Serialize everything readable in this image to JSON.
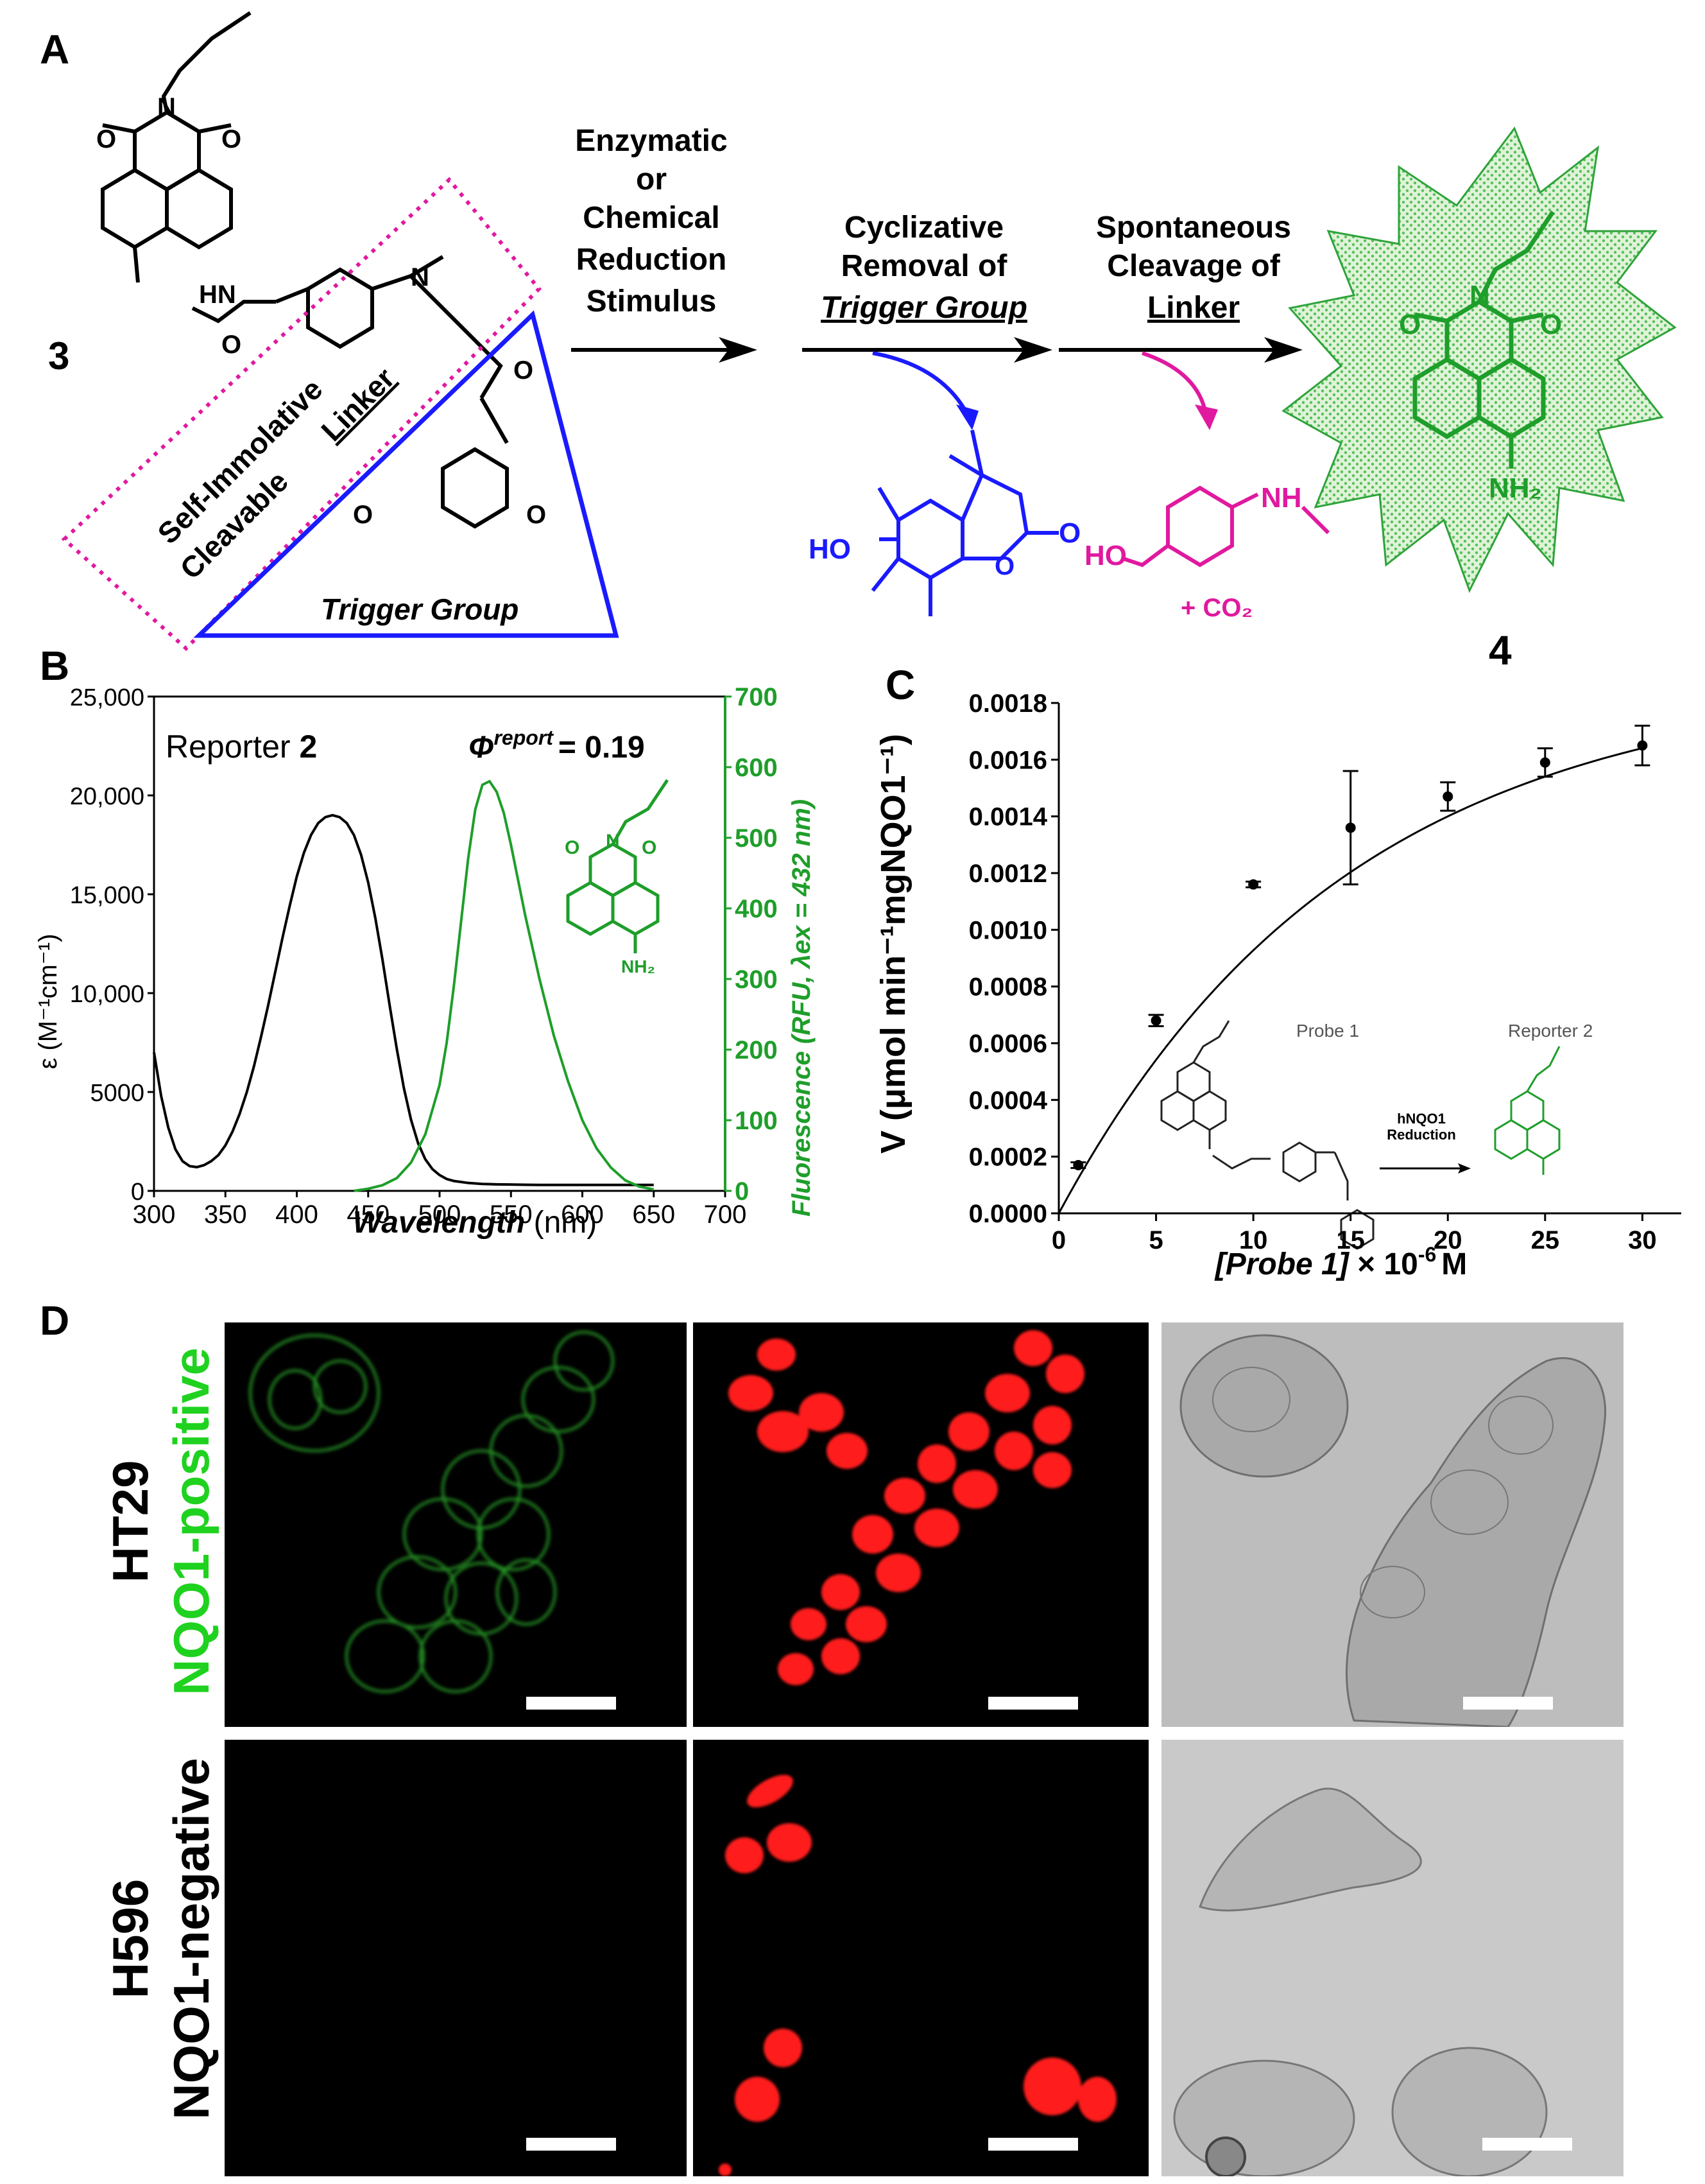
{
  "panels": {
    "a": "A",
    "b": "B",
    "c": "C",
    "d": "D"
  },
  "scheme": {
    "compound3_label": "3",
    "compound4_label": "4",
    "hn": "HN",
    "nh2": "NH₂",
    "nh": "NH",
    "ho": "HO",
    "co2": "+ CO₂",
    "linker_label_line1": "Self-Immolative",
    "linker_label_line2": "Cleavable",
    "linker_label_underlined": "Linker",
    "trigger_label": "Trigger Group",
    "step1": [
      "Enzymatic",
      "or",
      "Chemical",
      "Reduction",
      "Stimulus"
    ],
    "step2_line1": "Cyclizative",
    "step2_line2": "Removal of",
    "step2_line3": "Trigger Group",
    "step3_line1": "Spontaneous",
    "step3_line2": "Cleavage of",
    "step3_line3": "Linker",
    "colors": {
      "cyclized": "#1a1aff",
      "linker": "#e0199f",
      "reporter": "#1e9e2a",
      "linker_box": "#e0199f",
      "trigger_box": "#1a1aff"
    }
  },
  "chart_data": [
    {
      "type": "line",
      "panel": "B",
      "inset_title": "Reporter 2",
      "inset_title_prefix": "Reporter",
      "inset_title_bold": "2",
      "quantum_yield": "Φ report = 0.19",
      "qy_symbol": "Φ",
      "qy_sup": "report",
      "qy_value": "= 0.19",
      "xlabel": "Wavelength (nm)",
      "xlabel_italic": "Wavelength",
      "xlabel_unit": "(nm)",
      "ylabel_left": "ε (M⁻¹cm⁻¹)",
      "ylabel_right": "Fluorescence (RFU, λex = 432 nm)",
      "xlim": [
        300,
        700
      ],
      "ylim_left": [
        0,
        25000
      ],
      "ylim_right": [
        0,
        700
      ],
      "xticks": [
        "300",
        "350",
        "400",
        "450",
        "500",
        "550",
        "600",
        "650",
        "700"
      ],
      "yticks_left": [
        "0",
        "5000",
        "10,000",
        "15,000",
        "20,000",
        "25,000"
      ],
      "yticks_right": [
        "0",
        "100",
        "200",
        "300",
        "400",
        "500",
        "600",
        "700"
      ],
      "series": [
        {
          "axis": "left",
          "color": "#000000",
          "x": [
            300,
            305,
            310,
            315,
            320,
            325,
            330,
            335,
            340,
            345,
            350,
            355,
            360,
            365,
            370,
            375,
            380,
            385,
            390,
            395,
            400,
            405,
            410,
            415,
            420,
            425,
            430,
            435,
            440,
            445,
            450,
            455,
            460,
            465,
            470,
            475,
            480,
            485,
            490,
            495,
            500,
            505,
            510,
            515,
            520,
            530,
            540,
            550,
            560,
            570,
            580,
            590,
            600,
            620,
            640,
            650
          ],
          "y": [
            7000,
            4800,
            3200,
            2100,
            1500,
            1250,
            1200,
            1300,
            1500,
            1800,
            2300,
            3000,
            3900,
            5000,
            6300,
            7800,
            9400,
            11100,
            12800,
            14400,
            15900,
            17100,
            18000,
            18600,
            18900,
            19000,
            18900,
            18600,
            18000,
            17000,
            15600,
            13800,
            11700,
            9400,
            7200,
            5200,
            3600,
            2400,
            1600,
            1100,
            800,
            600,
            500,
            450,
            400,
            350,
            330,
            320,
            310,
            300,
            300,
            300,
            300,
            300,
            300,
            300
          ]
        },
        {
          "axis": "right",
          "color": "#1e9e2a",
          "x": [
            440,
            450,
            460,
            470,
            480,
            490,
            500,
            505,
            510,
            515,
            520,
            525,
            530,
            535,
            540,
            545,
            550,
            555,
            560,
            570,
            580,
            590,
            600,
            610,
            620,
            630,
            640,
            650
          ],
          "y": [
            0,
            3,
            8,
            18,
            40,
            80,
            150,
            210,
            290,
            380,
            470,
            540,
            575,
            580,
            565,
            535,
            490,
            440,
            390,
            300,
            220,
            155,
            100,
            60,
            33,
            15,
            6,
            2
          ]
        }
      ],
      "inset_structure_label": "NH₂"
    },
    {
      "type": "scatter",
      "panel": "C",
      "xlabel": "[Probe 1] × 10⁻⁶ M",
      "xlabel_italic": "[Probe 1]",
      "xlabel_rest": "× 10",
      "xlabel_sup": "-6",
      "xlabel_unit": "M",
      "ylabel": "V (μmol min⁻¹mgNQO1⁻¹)",
      "xlim": [
        0,
        32
      ],
      "ylim": [
        0,
        0.0018
      ],
      "xticks": [
        "0",
        "5",
        "10",
        "15",
        "20",
        "25",
        "30"
      ],
      "yticks": [
        "0.0000",
        "0.0002",
        "0.0004",
        "0.0006",
        "0.0008",
        "0.0010",
        "0.0012",
        "0.0014",
        "0.0016",
        "0.0018"
      ],
      "x": [
        1,
        5,
        10,
        15,
        20,
        25,
        30
      ],
      "y": [
        0.00017,
        0.00068,
        0.00116,
        0.00136,
        0.00147,
        0.00159,
        0.00165
      ],
      "err": [
        1e-05,
        2e-05,
        1e-05,
        0.0002,
        5e-05,
        5e-05,
        7e-05
      ],
      "fit": "hyperbolic",
      "fit_vmax": 0.00189,
      "fit_k": 0.0675,
      "inset_probe_label": "Probe 1",
      "inset_reporter_label": "Reporter 2",
      "inset_arrow_line1": "hNQO1",
      "inset_arrow_line2": "Reduction"
    }
  ],
  "microscopy": {
    "row1_line1": "HT29",
    "row1_line2": "NQO1-positive",
    "row2_line1": "H596",
    "row2_line2": "NQO1-negative",
    "row1_color": "#1fd21f",
    "row2_color": "#111111"
  }
}
